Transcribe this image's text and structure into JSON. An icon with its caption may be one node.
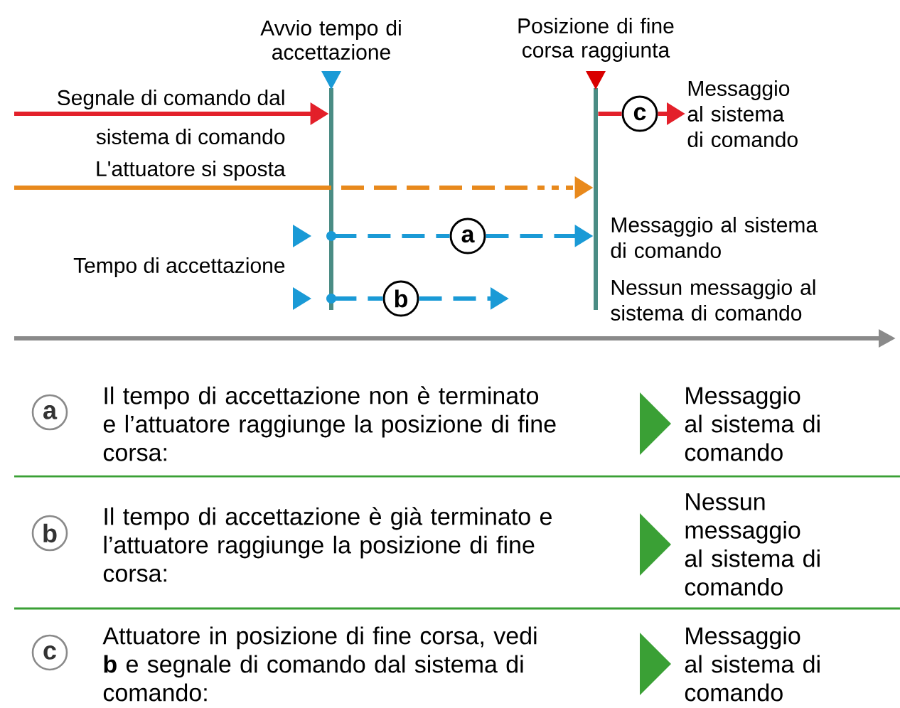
{
  "diagram": {
    "nodes": [
      {
        "text": [],
        "shape": "bar",
        "beside": [
          "Avvio tempo di accettazione"
        ]
      },
      {
        "text": [],
        "shape": "bar",
        "beside": [
          "Posizione di fine corsa raggiunta"
        ]
      },
      {
        "text": [
          "a"
        ]
      },
      {
        "text": [
          "b"
        ]
      },
      {
        "text": [
          "c"
        ]
      },
      {
        "text": [
          "Messaggio al sistema di comando"
        ]
      }
    ],
    "edges": [
      {
        "from": null,
        "to": 0,
        "arrow": "to",
        "color": "#e3202a"
      },
      {
        "from": null,
        "to": 1,
        "arrow": "to",
        "style": "dashed",
        "color": "#e8891c"
      },
      {
        "from": 0,
        "to": 2,
        "arrow": "none",
        "style": "dashed"
      },
      {
        "from": 2,
        "to": 1,
        "arrow": "to",
        "style": "dashed"
      },
      {
        "from": 0,
        "to": 3,
        "arrow": "none",
        "style": "dashed"
      },
      {
        "from": 3,
        "to": null,
        "arrow": "to",
        "style": "dashed"
      },
      {
        "from": 1,
        "to": 4,
        "arrow": "none",
        "color": "#e3202a"
      },
      {
        "from": 4,
        "to": 5,
        "arrow": "to",
        "color": "#e3202a"
      }
    ],
    "labels": [
      "Segnale di comando dal",
      "sistema di comando",
      "L'attuatore si sposta",
      "Messaggio al sistema di comando",
      "Tempo di accettazione",
      "Nessun messaggio al sistema di comando",
      "a",
      "Il tempo di accettazione non è terminato e l’attuatore raggiunge la posizione di fine corsa:",
      "Messaggio al sistema di comando",
      "b",
      "Il tempo di accettazione è già terminato e l’attuatore raggiunge la posizione di fine corsa:",
      "Nessun messaggio al sistema di comando",
      "c",
      "Attuatore in posizione di fine corsa, vedi **b** e segnale di comando dal sistema di comando:",
      "Messaggio al sistema di comando"
    ]
  }
}
